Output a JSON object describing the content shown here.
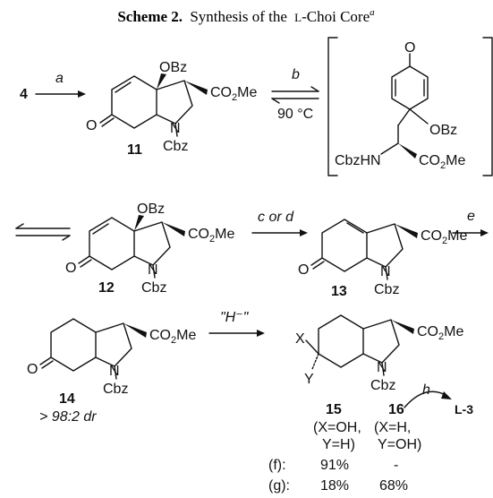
{
  "caption": {
    "prefix": "Scheme 2.",
    "text": "Synthesis of the",
    "l_prefix": "L",
    "text_tail": "-Choi Core",
    "footnote_mark": "a"
  },
  "compounds": {
    "c4": "4",
    "c11": "11",
    "c12": "12",
    "c13": "13",
    "c14": "14",
    "c14_dr": "> 98:2 dr",
    "c15": "15",
    "c16": "16",
    "target": "L-3"
  },
  "groups": {
    "obz": "OBz",
    "co2me": "CO2Me",
    "n": "N",
    "cbz": "Cbz",
    "o": "O",
    "cbzhn": "CbzHN",
    "x": "X",
    "y": "Y"
  },
  "reagents": {
    "a": "a",
    "b": "b",
    "b_temp": "90 °C",
    "c_or_d": "c or d",
    "e": "e",
    "h_minus": "\"H⁻\"",
    "h": "h"
  },
  "results": {
    "c15_x": "(X=OH,",
    "c15_y": "Y=H)",
    "c16_x": "(X=H,",
    "c16_y": "Y=OH)",
    "row_f_label": "(f):",
    "row_f_15": "91%",
    "row_f_16": "-",
    "row_g_label": "(g):",
    "row_g_15": "18%",
    "row_g_16": "68%"
  }
}
